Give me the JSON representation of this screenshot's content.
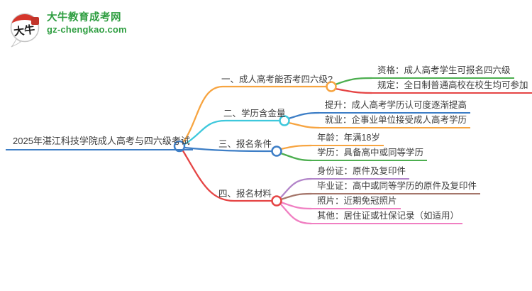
{
  "logo": {
    "icon_text": "大牛",
    "site_name": "大牛教育成考网",
    "site_domain": "gz-chengkao.com",
    "brand_green": "#2f9e41",
    "seal_red": "#c2342a"
  },
  "mindmap": {
    "root": {
      "label": "2025年湛江科技学院成人高考与四六级考试",
      "color": "#3d7ec6"
    },
    "branches": [
      {
        "label": "一、成人高考能否考四六级?",
        "color": "#f7a440",
        "children": [
          {
            "label": "资格：成人高考学生可报名四六级",
            "color": "#4cae4f"
          },
          {
            "label": "规定：全日制普通高校在校生均可参加",
            "color": "#e54545"
          }
        ]
      },
      {
        "label": "二、学历含金量",
        "color": "#3ec8dc",
        "children": [
          {
            "label": "提升：成人高考学历认可度逐渐提高",
            "color": "#3d7ec6"
          },
          {
            "label": "就业：企事业单位接受成人高考学历",
            "color": "#f7a440"
          }
        ]
      },
      {
        "label": "三、报名条件",
        "color": "#3d7ec6",
        "children": [
          {
            "label": "年龄：年满18岁",
            "color": "#f7a440"
          },
          {
            "label": "学历：具备高中或同等学历",
            "color": "#4cae4f"
          }
        ]
      },
      {
        "label": "四、报名材料",
        "color": "#e54545",
        "children": [
          {
            "label": "身份证：原件及复印件",
            "color": "#b284c9"
          },
          {
            "label": "毕业证：高中或同等学历的原件及复印件",
            "color": "#a5766b"
          },
          {
            "label": "照片：近期免冠照片",
            "color": "#f07fc2"
          },
          {
            "label": "其他：居住证或社保记录（如适用）",
            "color": "#f07fc2"
          }
        ]
      }
    ]
  }
}
